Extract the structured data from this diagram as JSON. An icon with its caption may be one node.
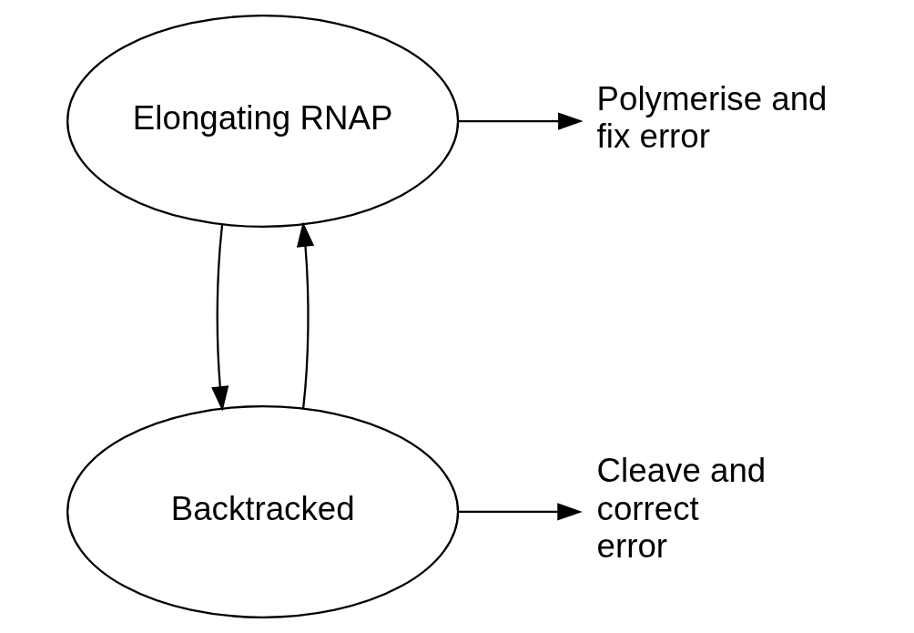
{
  "diagram": {
    "nodes": [
      {
        "text": [
          "Elongating RNAP"
        ]
      },
      {
        "text": [
          "Backtracked"
        ]
      },
      {
        "text": [
          "Polymerise and fix error"
        ]
      },
      {
        "text": [
          "Cleave and correct error"
        ]
      }
    ],
    "edges": [
      {
        "from": 0,
        "to": 2,
        "arrow": "to"
      },
      {
        "from": 1,
        "to": 0,
        "arrow": "to"
      },
      {
        "from": 0,
        "to": 1,
        "arrow": "to"
      },
      {
        "from": 1,
        "to": 3,
        "arrow": "to"
      }
    ]
  }
}
